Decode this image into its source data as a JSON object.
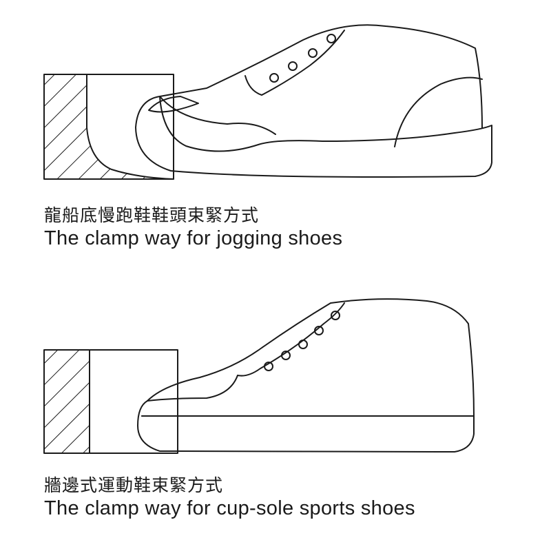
{
  "diagrams": [
    {
      "caption_zh": "龍船底慢跑鞋鞋頭束緊方式",
      "caption_en": "The clamp way for jogging shoes"
    },
    {
      "caption_zh": "牆邊式運動鞋束緊方式",
      "caption_en": "The clamp way for cup-sole sports shoes"
    }
  ],
  "colors": {
    "stroke": "#1a1a1a",
    "background": "#ffffff"
  }
}
